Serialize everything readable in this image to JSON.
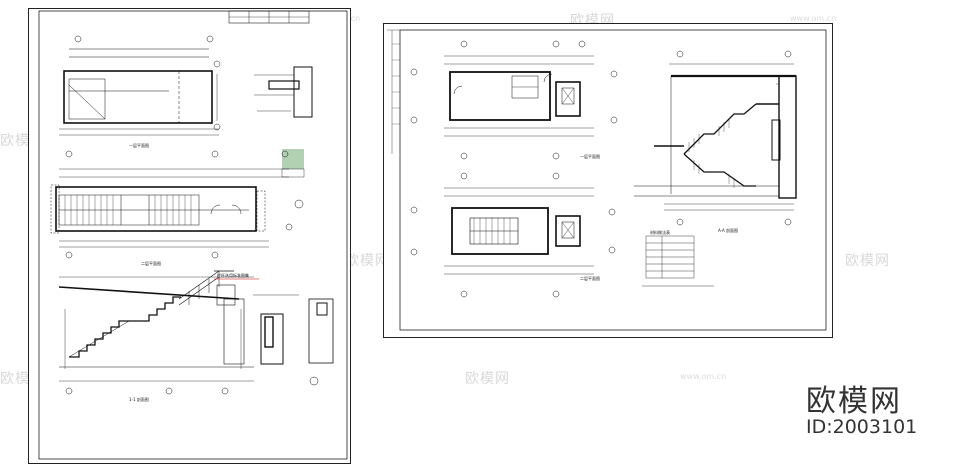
{
  "brand": {
    "name": "欧模网",
    "id_text": "ID:2003101",
    "watermark_text": "欧模网",
    "watermark_url": "www.om.cn"
  },
  "sheet1": {
    "labels": {
      "plan_top": "一层平面图",
      "plan_mid": "二层平面图",
      "section": "1-1 剖面图",
      "rail_note": "栏杆选用标准图集"
    }
  },
  "sheet2": {
    "labels": {
      "plan_top": "一层平面图",
      "plan_bottom": "二层平面图",
      "section": "A-A 剖面图"
    },
    "table_title": "材料做法表"
  }
}
